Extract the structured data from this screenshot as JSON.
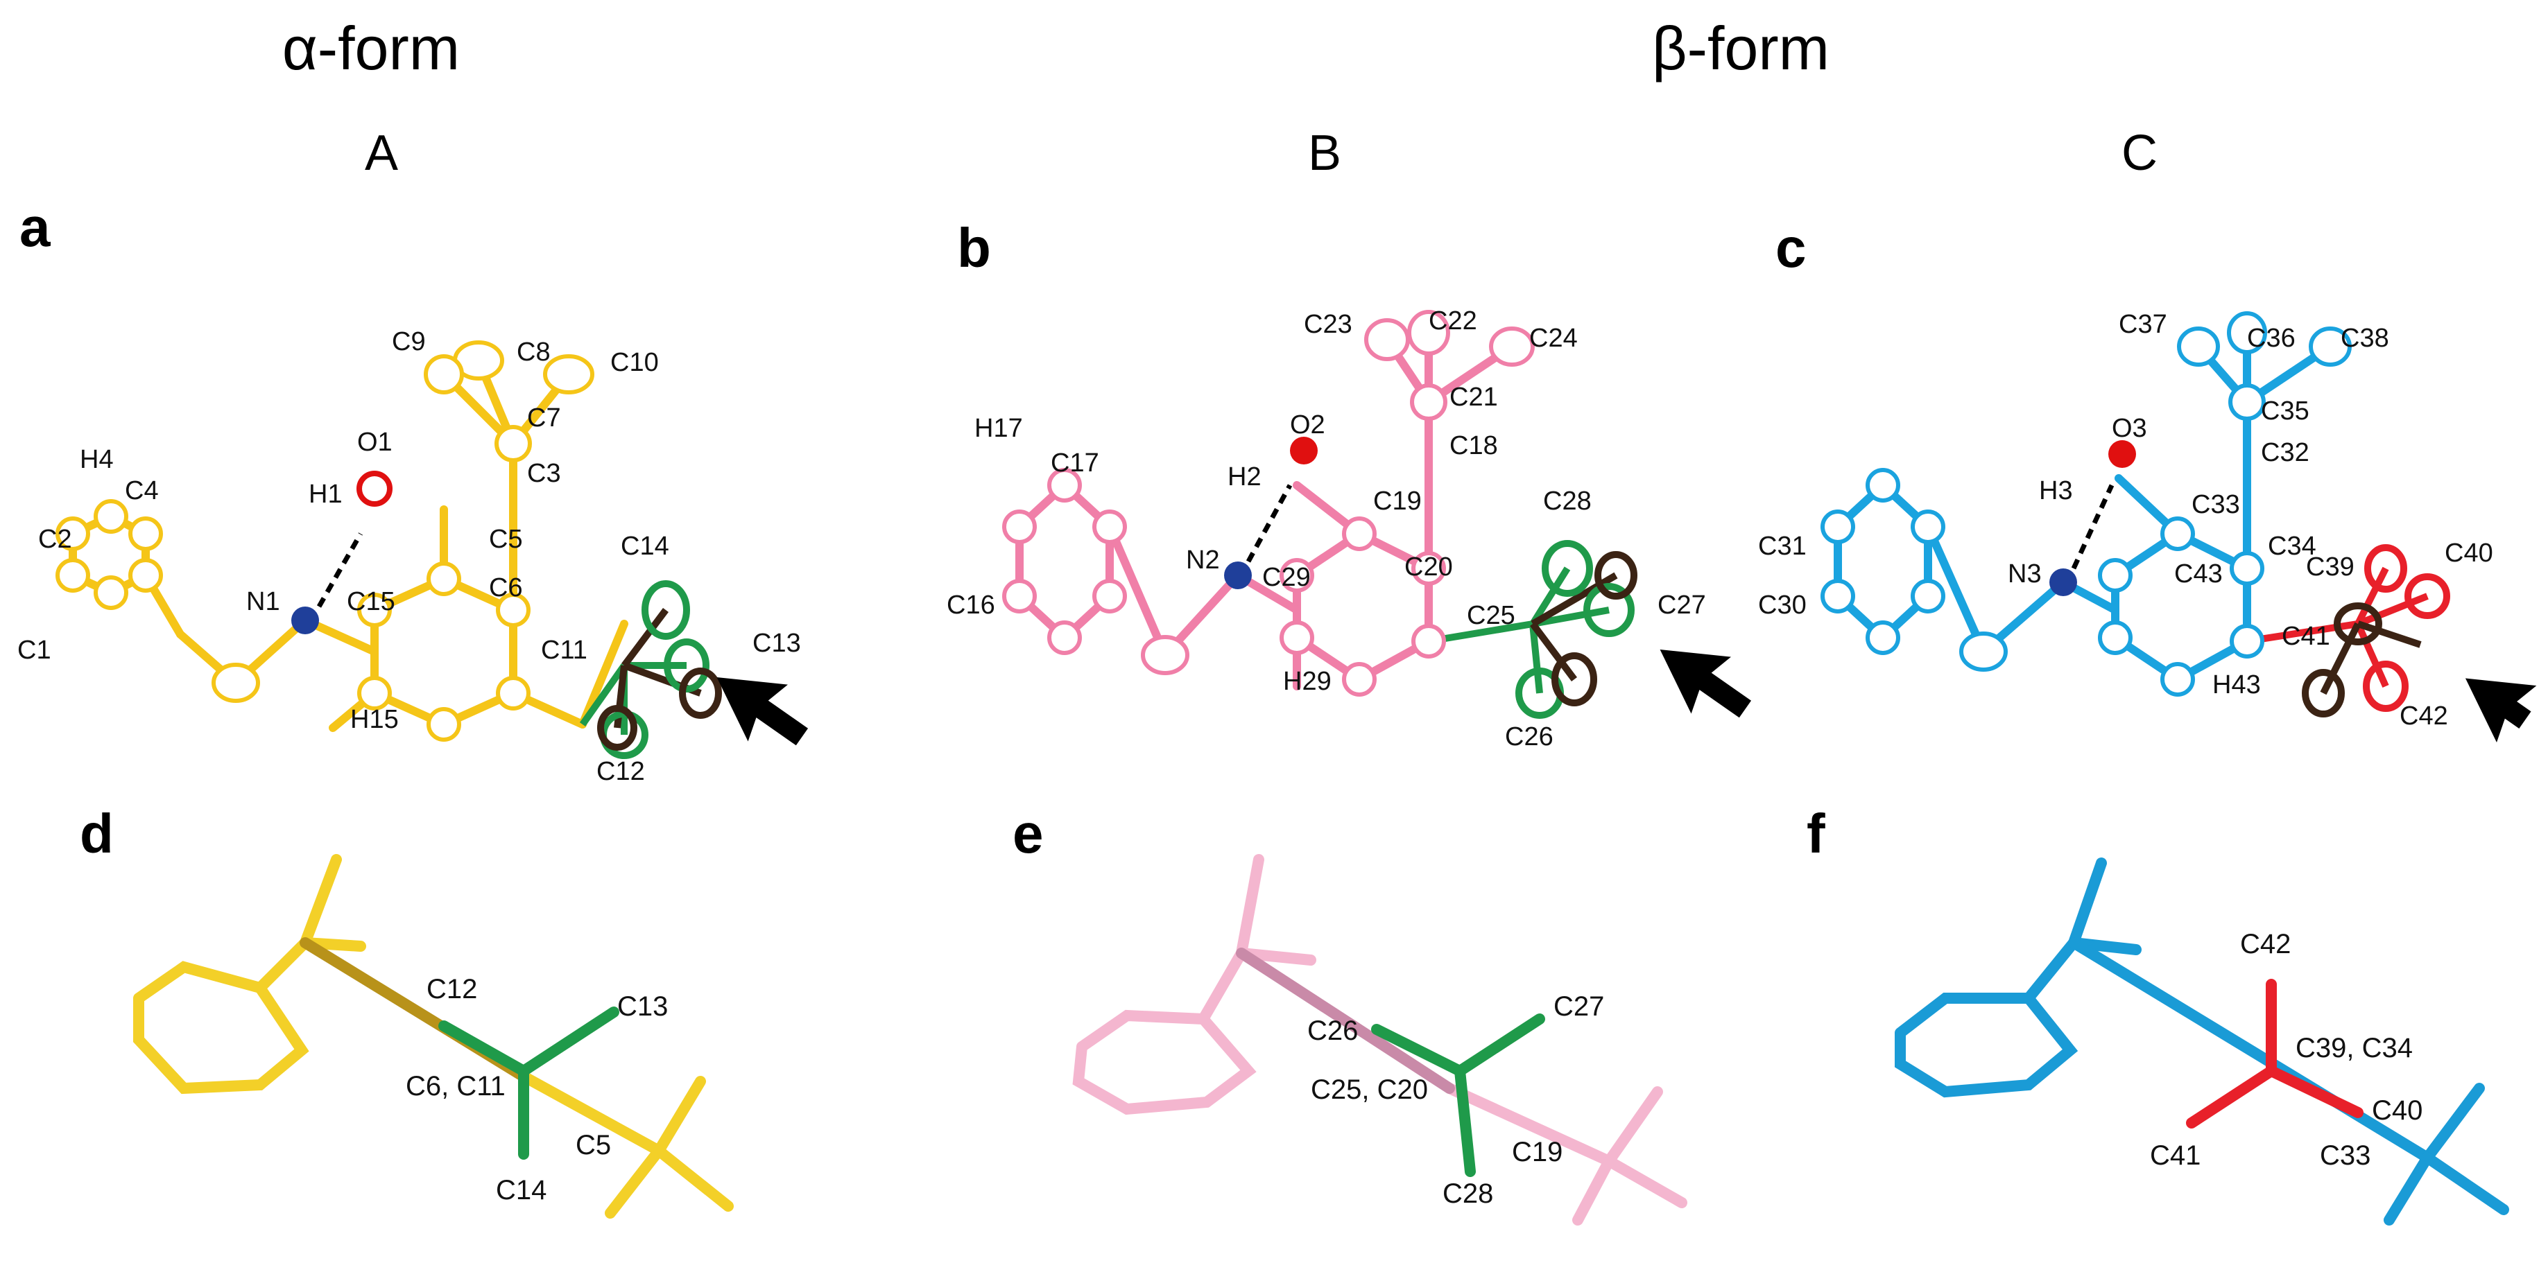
{
  "headers": {
    "alpha": "α-form",
    "beta": "β-form"
  },
  "molecules": {
    "A": "A",
    "B": "B",
    "C": "C"
  },
  "panels": {
    "a": "a",
    "b": "b",
    "c": "c",
    "d": "d",
    "e": "e",
    "f": "f"
  },
  "colors": {
    "alpha": "#f5c518",
    "beta": "#f07fa8",
    "gamma": "#1aa3df",
    "green": "#1f9a4a",
    "brown": "#3b2314",
    "red": "#e8202a",
    "nitrogen": "#1f3f9a",
    "oxygen": "#e01010",
    "alpha_light": "#f3d028",
    "beta_light": "#f4b6cf",
    "gamma_light": "#1a9bd6"
  },
  "labels": {
    "a": {
      "C9": "C9",
      "C8": "C8",
      "C10": "C10",
      "C7": "C7",
      "O1": "O1",
      "H4": "H4",
      "C4": "C4",
      "H1": "H1",
      "C3": "C3",
      "C14": "C14",
      "C2": "C2",
      "C5": "C5",
      "N1": "N1",
      "C15": "C15",
      "C6": "C6",
      "C13": "C13",
      "C1": "C1",
      "C11": "C11",
      "H15": "H15",
      "C12": "C12"
    },
    "b": {
      "C23": "C23",
      "C22": "C22",
      "C24": "C24",
      "C21": "C21",
      "O2": "O2",
      "H17": "H17",
      "C17": "C17",
      "H2": "H2",
      "C18": "C18",
      "C19": "C19",
      "C28": "C28",
      "N2": "N2",
      "C29": "C29",
      "C20": "C20",
      "C16": "C16",
      "C27": "C27",
      "C25": "C25",
      "H29": "H29",
      "C26": "C26"
    },
    "c": {
      "C37": "C37",
      "C36": "C36",
      "C38": "C38",
      "C35": "C35",
      "O3": "O3",
      "C32": "C32",
      "H3": "H3",
      "C33": "C33",
      "C31": "C31",
      "C34": "C34",
      "C40": "C40",
      "N3": "N3",
      "C43": "C43",
      "C39": "C39",
      "C30": "C30",
      "C41": "C41",
      "H43": "H43",
      "C42": "C42"
    },
    "d": {
      "C12": "C12",
      "C13": "C13",
      "C6C11": "C6, C11",
      "C5": "C5",
      "C14": "C14"
    },
    "e": {
      "C26": "C26",
      "C27": "C27",
      "C25C20": "C25, C20",
      "C19": "C19",
      "C28": "C28"
    },
    "f": {
      "C42": "C42",
      "C39C34": "C39, C34",
      "C40": "C40",
      "C41": "C41",
      "C33": "C33"
    }
  }
}
